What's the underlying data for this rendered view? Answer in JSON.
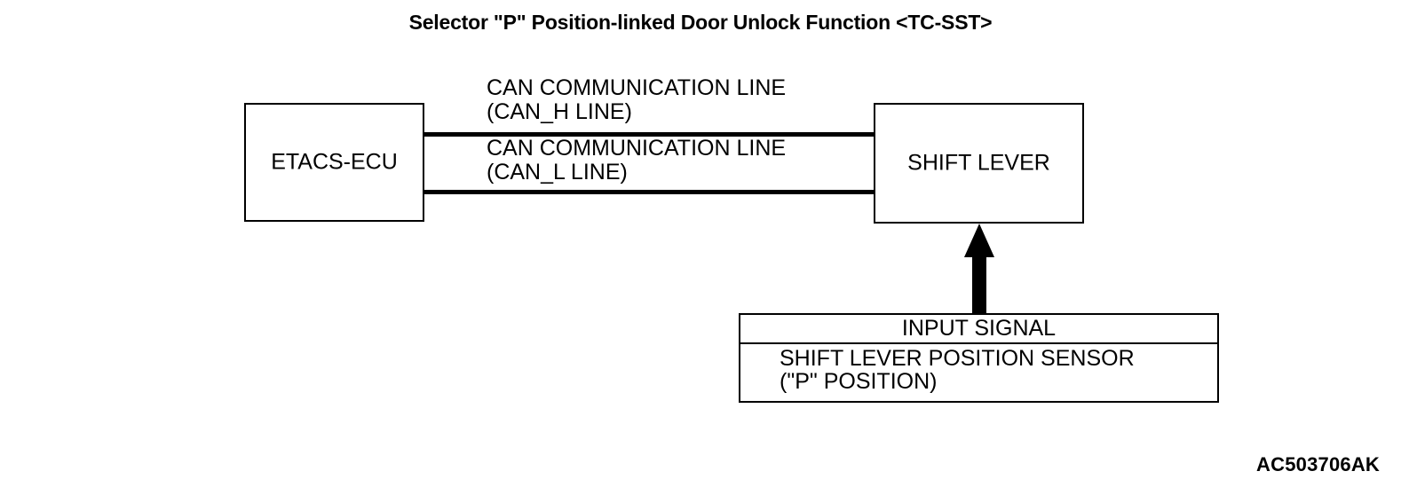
{
  "diagram": {
    "title": "Selector \"P\" Position-linked Door Unlock Function <TC-SST>",
    "reference_code": "AC503706AK",
    "colors": {
      "background": "#ffffff",
      "stroke": "#000000",
      "text": "#000000"
    },
    "units": [
      {
        "id": "etacs-ecu",
        "label": "ETACS-ECU"
      },
      {
        "id": "shift-lever",
        "label": "SHIFT LEVER"
      }
    ],
    "connections": [
      {
        "id": "can-h",
        "line1": "CAN COMMUNICATION LINE",
        "line2": "(CAN_H LINE)",
        "from": "ETACS-ECU",
        "to": "SHIFT LEVER"
      },
      {
        "id": "can-l",
        "line1": "CAN COMMUNICATION LINE",
        "line2": "(CAN_L LINE)",
        "from": "ETACS-ECU",
        "to": "SHIFT LEVER"
      }
    ],
    "sensor_block": {
      "signal_label": "INPUT SIGNAL",
      "sensor_name": "SHIFT LEVER POSITION SENSOR",
      "sensor_detail": "(\"P\" POSITION)",
      "arrow": {
        "direction": "up",
        "from": "SHIFT LEVER POSITION SENSOR",
        "to": "SHIFT LEVER"
      }
    }
  }
}
